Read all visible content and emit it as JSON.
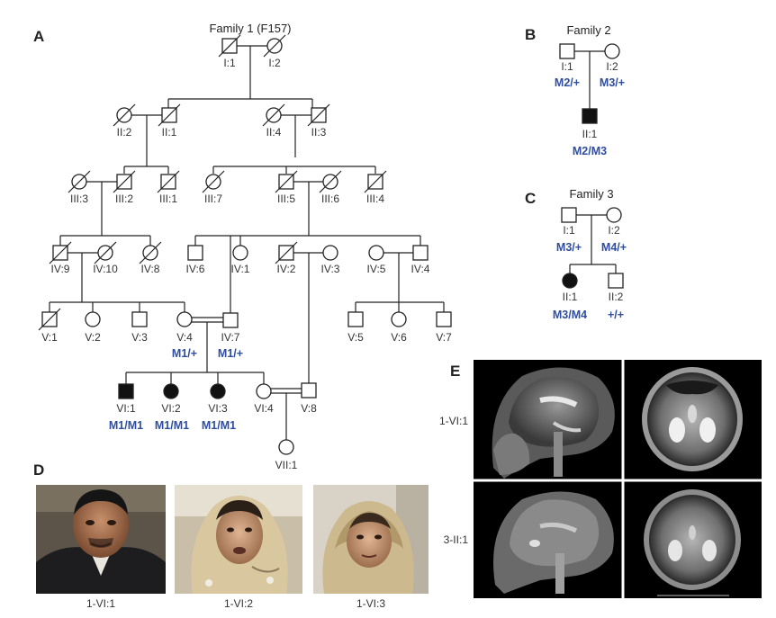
{
  "panels": {
    "A": "A",
    "B": "B",
    "C": "C",
    "D": "D",
    "E": "E"
  },
  "family1": {
    "title": "Family 1 (F157)",
    "individuals": {
      "I1": "I:1",
      "I2": "I:2",
      "II2": "II:2",
      "II1": "II:1",
      "II4": "II:4",
      "II3": "II:3",
      "III3": "III:3",
      "III2": "III:2",
      "III1": "III:1",
      "III7": "III:7",
      "III5": "III:5",
      "III6": "III:6",
      "III4": "III:4",
      "IV9": "IV:9",
      "IV10": "IV:10",
      "IV8": "IV:8",
      "IV6": "IV:6",
      "IV1": "IV:1",
      "IV2": "IV:2",
      "IV3": "IV:3",
      "IV5": "IV:5",
      "IV4": "IV:4",
      "V1": "V:1",
      "V2": "V:2",
      "V3": "V:3",
      "V4": "V:4",
      "IV7": "IV:7",
      "V5": "V:5",
      "V6": "V:6",
      "V7": "V:7",
      "VI1": "VI:1",
      "VI2": "VI:2",
      "VI3": "VI:3",
      "VI4": "VI:4",
      "V8": "V:8",
      "VII1": "VII:1"
    },
    "genotypes": {
      "V4": "M1/+",
      "IV7": "M1/+",
      "VI1": "M1/M1",
      "VI2": "M1/M1",
      "VI3": "M1/M1"
    }
  },
  "family2": {
    "title": "Family 2",
    "individuals": {
      "I1": "I:1",
      "I2": "I:2",
      "II1": "II:1"
    },
    "genotypes": {
      "I1": "M2/+",
      "I2": "M3/+",
      "II1": "M2/M3"
    }
  },
  "family3": {
    "title": "Family 3",
    "individuals": {
      "I1": "I:1",
      "I2": "I:2",
      "II1": "II:1",
      "II2": "II:2"
    },
    "genotypes": {
      "I1": "M3/+",
      "I2": "M4/+",
      "II1": "M3/M4",
      "II2": "+/+"
    }
  },
  "photos": {
    "p1": "1-VI:1",
    "p2": "1-VI:2",
    "p3": "1-VI:3"
  },
  "mri": {
    "row1": "1-VI:1",
    "row2": "3-II:1"
  },
  "colors": {
    "genotype": "#2f4ea0",
    "affected": "#111111"
  }
}
